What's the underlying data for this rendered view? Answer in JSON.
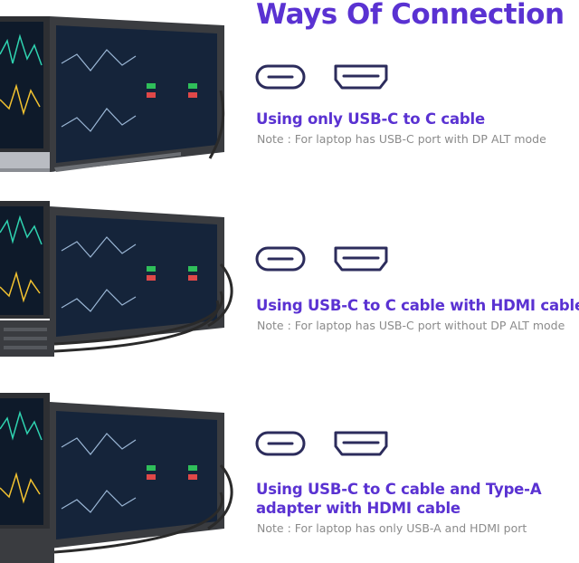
{
  "title": "Ways Of Connection",
  "sections": [
    {
      "icons": [
        "usb-c-port-icon",
        "hdmi-port-icon"
      ],
      "heading": "Using only USB-C to C cable",
      "note": "Note : For laptop has USB-C port with DP ALT mode"
    },
    {
      "icons": [
        "usb-c-port-icon",
        "hdmi-port-icon"
      ],
      "heading": "Using USB-C to C cable with HDMI cable",
      "note": "Note : For laptop has USB-C port without DP ALT mode"
    },
    {
      "icons": [
        "usb-c-port-icon",
        "hdmi-port-icon"
      ],
      "heading_line1": "Using USB-C to C cable and Type-A",
      "heading_line2": "adapter with HDMI cable",
      "note": "Note : For laptop has only USB-A and HDMI port"
    }
  ],
  "colors": {
    "accent": "#5a32d2",
    "icon_stroke": "#2c2c5c",
    "note_text": "#8b8b8b",
    "screen_bg": "#15243a"
  }
}
